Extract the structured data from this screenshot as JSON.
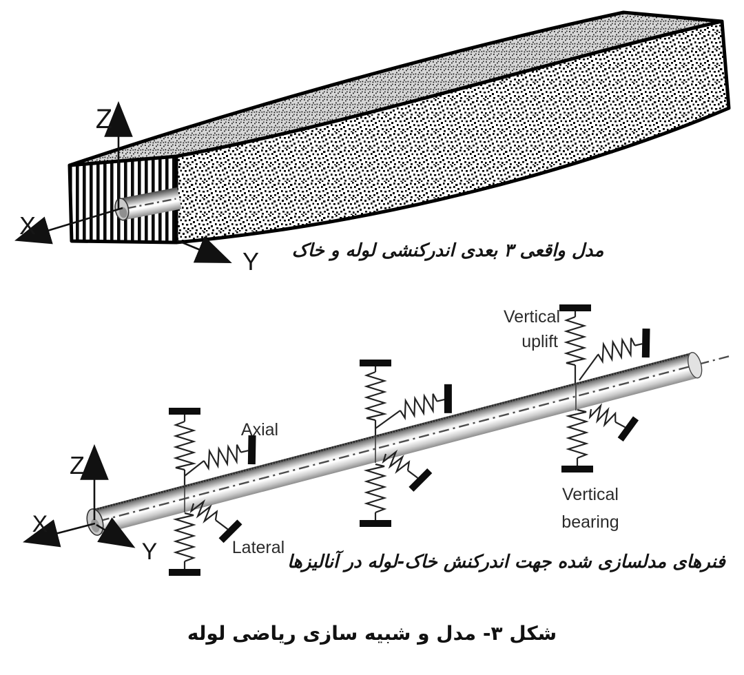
{
  "top_figure": {
    "axis_x": "X",
    "axis_y": "Y",
    "axis_z": "Z",
    "caption": "مدل واقعی ۳ بعدی اندرکنشی لوله و خاک"
  },
  "bottom_figure": {
    "axis_x": "X",
    "axis_y": "Y",
    "axis_z": "Z",
    "spring_labels": {
      "vertical_uplift": [
        "Vertical",
        "uplift"
      ],
      "axial": "Axial",
      "lateral": "Lateral",
      "vertical_bearing": [
        "Vertical",
        "bearing"
      ]
    },
    "caption": "فنرهای مدلسازی شده جهت اندرکنش خاک-لوله در آنالیزها"
  },
  "figure_caption": "شکل ۳- مدل و شبیه سازی ریاضی لوله",
  "colors": {
    "ink": "#1a1a1a",
    "anchor_black": "#0d0d0d",
    "pipe_gray": "#8a8a8a",
    "background": "#ffffff"
  }
}
